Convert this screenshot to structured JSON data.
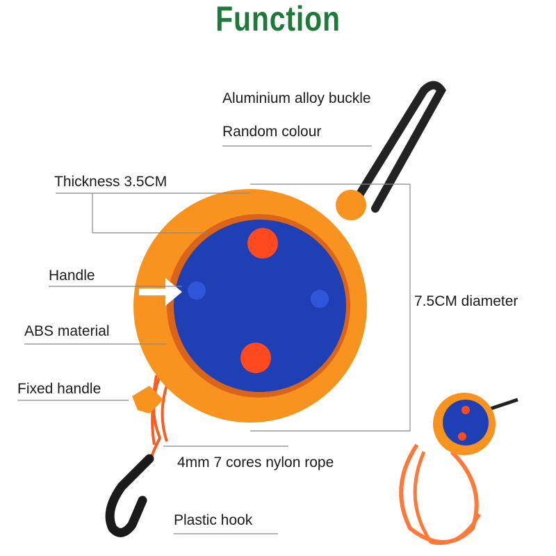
{
  "title": "Function",
  "labels": {
    "buckle": "Aluminium alloy buckle",
    "colour": "Random colour",
    "thickness": "Thickness 3.5CM",
    "handle": "Handle",
    "diameter": "7.5CM diameter",
    "material": "ABS material",
    "fixed_handle": "Fixed handle",
    "rope": "4mm 7 cores nylon rope",
    "hook": "Plastic hook"
  },
  "colors": {
    "title": "#1e7a3a",
    "orange": "#f7931e",
    "blue": "#1f3fb5",
    "rope": "#ff5a1f"
  }
}
